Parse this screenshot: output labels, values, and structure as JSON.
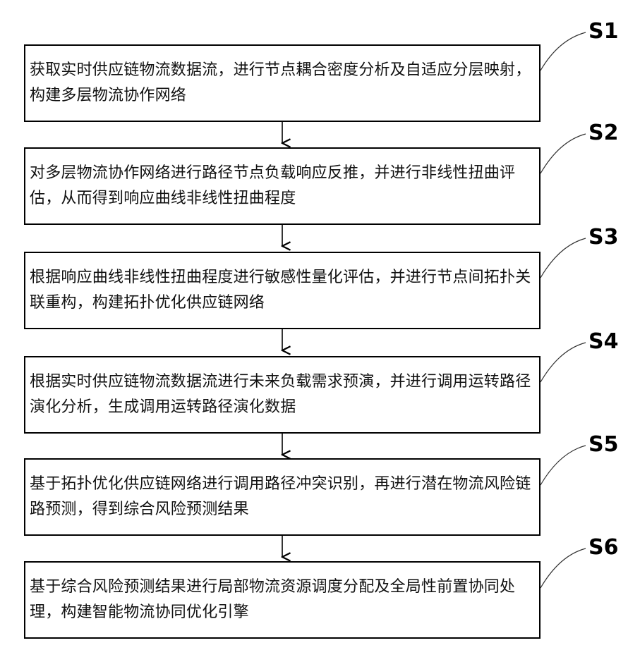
{
  "steps": [
    {
      "id": "S1",
      "text": "获取实时供应链物流数据流，进行节点耦合密度分析及自适应分层映射，构建多层物流协作网络"
    },
    {
      "id": "S2",
      "text": "对多层物流协作网络进行路径节点负载响应反推，并进行非线性扭曲评估，从而得到响应曲线非线性扭曲程度"
    },
    {
      "id": "S3",
      "text": "根据响应曲线非线性扭曲程度进行敏感性量化评估，并进行节点间拓扑关联重构，构建拓扑优化供应链网络"
    },
    {
      "id": "S4",
      "text": "根据实时供应链物流数据流进行未来负载需求预演，并进行调用运转路径演化分析，生成调用运转路径演化数据"
    },
    {
      "id": "S5",
      "text": "基于拓扑优化供应链网络进行调用路径冲突识别，再进行潜在物流风险链路预测，得到综合风险预测结果"
    },
    {
      "id": "S6",
      "text": "基于综合风险预测结果进行局部物流资源调度分配及全局性前置协同处理，构建智能物流协同优化引擎"
    }
  ]
}
